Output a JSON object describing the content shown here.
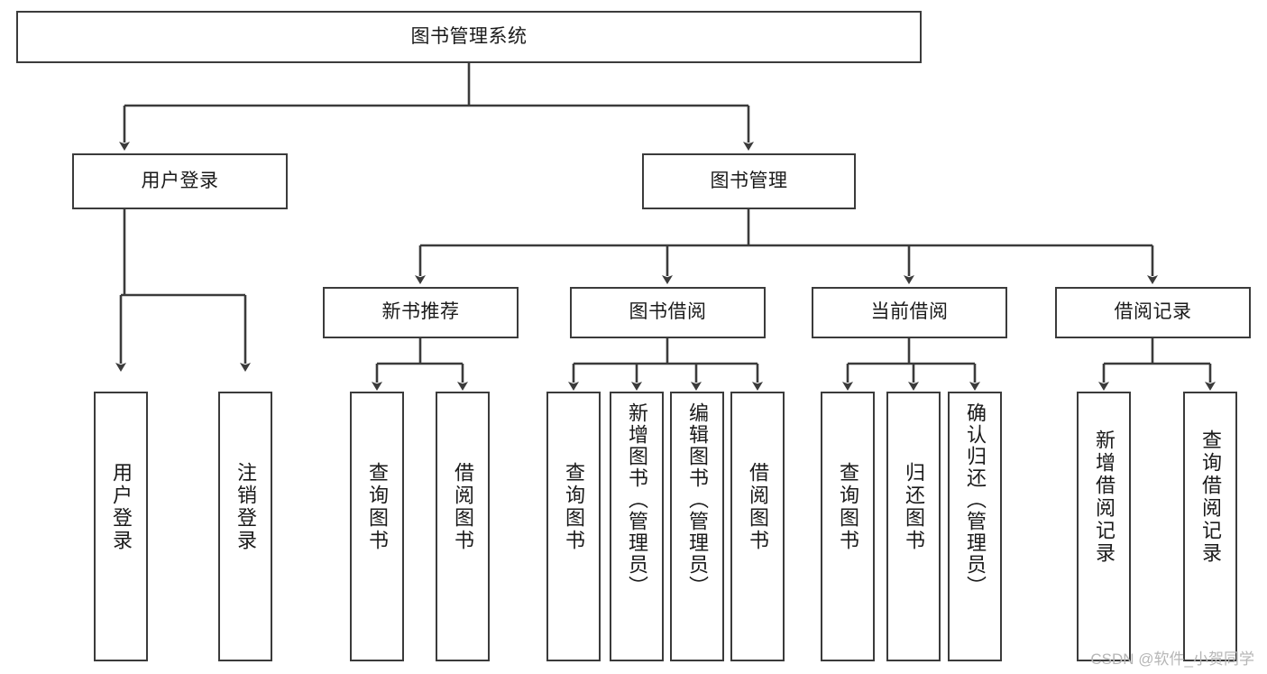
{
  "diagram": {
    "title": "图书管理系统",
    "type": "tree-hierarchy-diagram",
    "watermark": "CSDN @软件_小贺同学",
    "colors": {
      "stroke": "#3b3b3b",
      "fill": "#ffffff",
      "text": "#1a1a1a",
      "watermark": "#b6b6b6"
    },
    "root": {
      "label": "图书管理系统"
    },
    "level2": [
      {
        "id": "user-login",
        "label": "用户登录"
      },
      {
        "id": "book-manage",
        "label": "图书管理"
      }
    ],
    "level3": [
      {
        "id": "new-book-recommend",
        "label": "新书推荐"
      },
      {
        "id": "book-borrow",
        "label": "图书借阅"
      },
      {
        "id": "current-borrow",
        "label": "当前借阅"
      },
      {
        "id": "borrow-record",
        "label": "借阅记录"
      }
    ],
    "leaves": {
      "user_login": [
        {
          "id": "leaf-user-login",
          "label": "用户登录"
        },
        {
          "id": "leaf-logout-login",
          "label": "注销登录"
        }
      ],
      "new_book_recommend": [
        {
          "id": "leaf-query-book-1",
          "label": "查询图书"
        },
        {
          "id": "leaf-borrow-book-1",
          "label": "借阅图书"
        }
      ],
      "book_borrow": [
        {
          "id": "leaf-query-book-2",
          "label": "查询图书"
        },
        {
          "id": "leaf-add-book",
          "label": "新增图书（管理员）"
        },
        {
          "id": "leaf-edit-book",
          "label": "编辑图书（管理员）"
        },
        {
          "id": "leaf-borrow-book-2",
          "label": "借阅图书"
        }
      ],
      "current_borrow": [
        {
          "id": "leaf-query-book-3",
          "label": "查询图书"
        },
        {
          "id": "leaf-return-book",
          "label": "归还图书"
        },
        {
          "id": "leaf-confirm-return",
          "label": "确认归还（管理员）"
        }
      ],
      "borrow_record": [
        {
          "id": "leaf-add-record",
          "label": "新增借阅记录"
        },
        {
          "id": "leaf-query-record",
          "label": "查询借阅记录"
        }
      ]
    }
  }
}
